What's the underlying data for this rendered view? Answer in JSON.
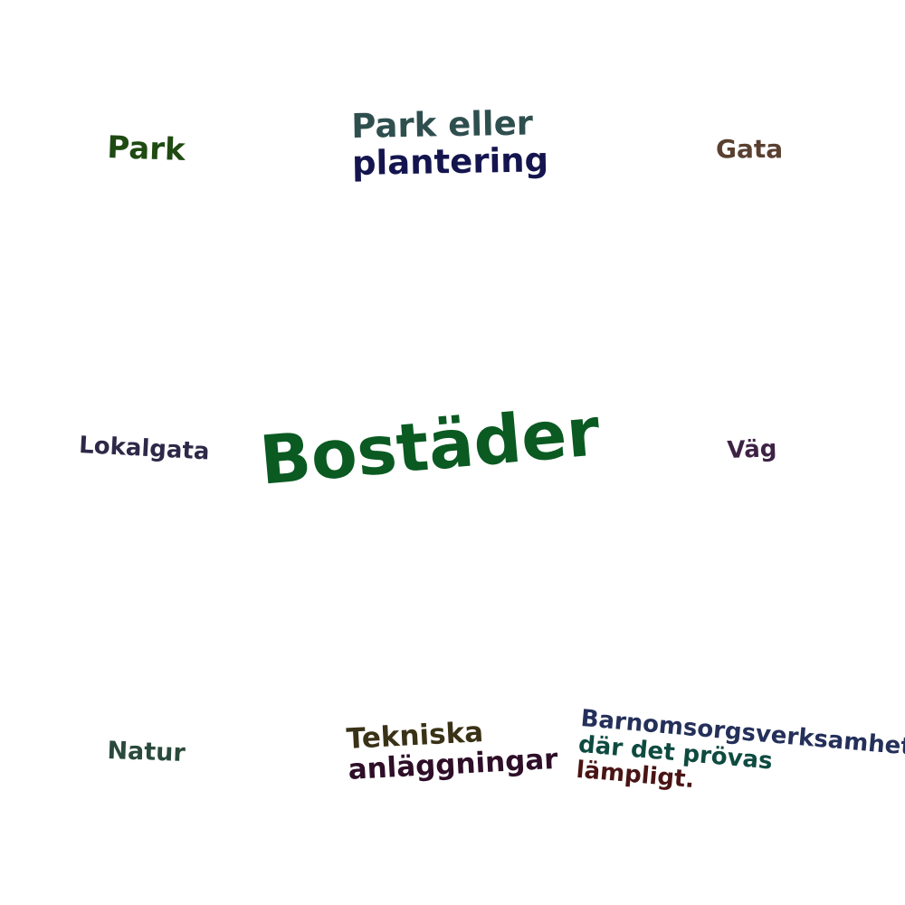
{
  "words": {
    "park": {
      "text": "Park",
      "color": "#1f4a12"
    },
    "park_plantering": {
      "line1": "Park eller",
      "line2": "plantering",
      "color1": "#2f4f4f",
      "color2": "#14154f"
    },
    "gata": {
      "text": "Gata",
      "color": "#5a4030"
    },
    "lokalgata": {
      "text": "Lokalgata",
      "color": "#2e2848"
    },
    "bostader": {
      "text": "Bostäder",
      "color": "#0a5a22"
    },
    "vag": {
      "text": "Väg",
      "color": "#3e2245"
    },
    "natur": {
      "text": "Natur",
      "color": "#2a4a3c"
    },
    "tekniska": {
      "line1": "Tekniska",
      "line2": "anläggningar",
      "color1": "#3a3216",
      "color2": "#2e0e28"
    },
    "barnomsorg": {
      "line1": "Barnomsorgsverksamhet",
      "line2": "där det prövas",
      "line3": "lämpligt.",
      "color1": "#24305a",
      "color2": "#0e4a40",
      "color3": "#4a1414"
    }
  }
}
